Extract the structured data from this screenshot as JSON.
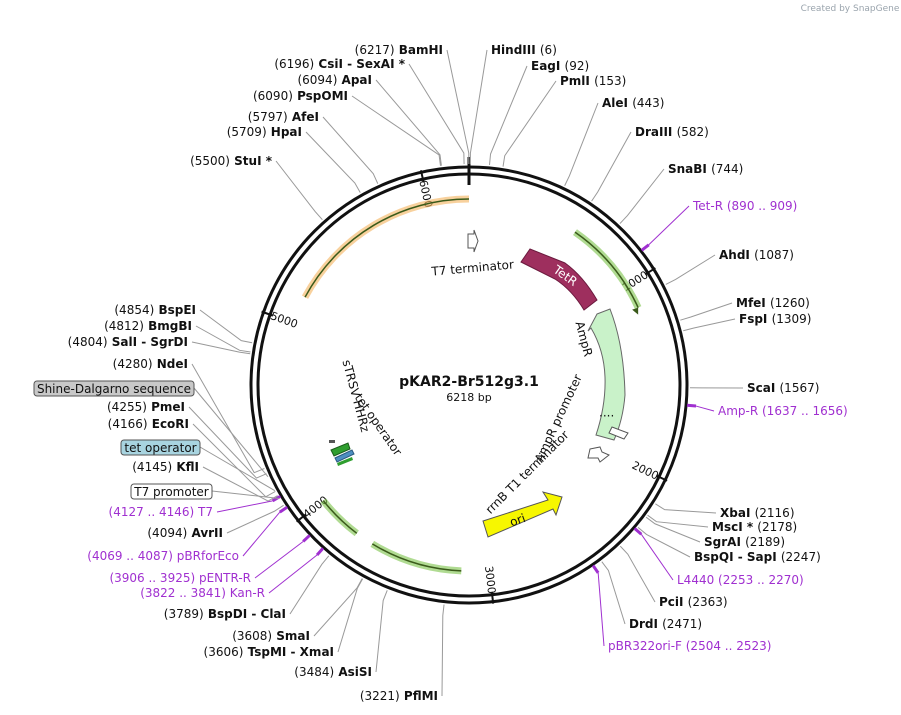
{
  "credit": "Created by SnapGene",
  "plasmid": {
    "name": "pKAR2-Br512g3.1",
    "size_text": "6218 bp",
    "length": 6218
  },
  "ticks": [
    "1000",
    "2000",
    "3000",
    "4000",
    "5000",
    "6000"
  ],
  "sites": [
    {
      "pos": 6217,
      "label": "(6217)  BamHI"
    },
    {
      "pos": 6196,
      "label": "(6196)  CsiI  - SexAI *"
    },
    {
      "pos": 6094,
      "label": "(6094)  ApaI"
    },
    {
      "pos": 6090,
      "label": "(6090)  PspOMI"
    },
    {
      "pos": 5797,
      "label": "(5797)  AfeI"
    },
    {
      "pos": 5709,
      "label": "(5709)  HpaI"
    },
    {
      "pos": 5500,
      "label": "(5500)  StuI *"
    },
    {
      "pos": 6,
      "label": "HindIII  (6)"
    },
    {
      "pos": 92,
      "label": "EagI  (92)"
    },
    {
      "pos": 153,
      "label": "PmlI  (153)"
    },
    {
      "pos": 443,
      "label": "AleI  (443)"
    },
    {
      "pos": 582,
      "label": "DraIII  (582)"
    },
    {
      "pos": 744,
      "label": "SnaBI  (744)"
    },
    {
      "pos": 1087,
      "label": "AhdI  (1087)"
    },
    {
      "pos": 1260,
      "label": "MfeI  (1260)"
    },
    {
      "pos": 1309,
      "label": "FspI  (1309)"
    },
    {
      "pos": 1567,
      "label": "ScaI  (1567)"
    },
    {
      "pos": 2116,
      "label": "XbaI  (2116)"
    },
    {
      "pos": 2178,
      "label": "MscI * (2178)"
    },
    {
      "pos": 2189,
      "label": "SgrAI  (2189)"
    },
    {
      "pos": 2247,
      "label": "BspQI  - SapI  (2247)"
    },
    {
      "pos": 2363,
      "label": "PciI  (2363)"
    },
    {
      "pos": 2471,
      "label": "DrdI  (2471)"
    },
    {
      "pos": 3221,
      "label": "(3221)  PflMI"
    },
    {
      "pos": 3484,
      "label": "(3484)  AsiSI"
    },
    {
      "pos": 3606,
      "label": "(3606)  TspMI  - XmaI"
    },
    {
      "pos": 3608,
      "label": "(3608)  SmaI"
    },
    {
      "pos": 3789,
      "label": "(3789)  BspDI  - ClaI"
    },
    {
      "pos": 4094,
      "label": "(4094)  AvrII"
    },
    {
      "pos": 4145,
      "label": "(4145)  KflI"
    },
    {
      "pos": 4166,
      "label": "(4166)  EcoRI"
    },
    {
      "pos": 4255,
      "label": "(4255)  PmeI"
    },
    {
      "pos": 4280,
      "label": "(4280)  NdeI"
    },
    {
      "pos": 4804,
      "label": "(4804)  SalI  - SgrDI"
    },
    {
      "pos": 4812,
      "label": "(4812)  BmgBI"
    },
    {
      "pos": 4854,
      "label": "(4854)  BspEI"
    }
  ],
  "primers": [
    {
      "pos": 899,
      "label": "Tet-R    (890 .. 909)"
    },
    {
      "pos": 1646,
      "label": "Amp-R    (1637 .. 1656)"
    },
    {
      "pos": 2261,
      "label": "L4440    (2253 .. 2270)"
    },
    {
      "pos": 2513,
      "label": "pBR322ori-F    (2504 .. 2523)"
    },
    {
      "pos": 3831,
      "label": "(3822 .. 3841)  Kan-R"
    },
    {
      "pos": 3915,
      "label": "(3906 .. 3925)  pENTR-R"
    },
    {
      "pos": 4078,
      "label": "(4069 .. 4087)  pBRforEco"
    },
    {
      "pos": 4136,
      "label": "(4127 .. 4146)  T7"
    }
  ],
  "boxed_features": [
    {
      "pos": 4240,
      "label": "Shine-Dalgarno sequence",
      "fill": "#c8c8c8"
    },
    {
      "pos": 4170,
      "label": "tet operator",
      "fill": "#a8d4e0"
    },
    {
      "pos": 4130,
      "label": "T7 promoter",
      "fill": "#ffffff"
    }
  ],
  "features": [
    {
      "label": "T7 terminator"
    },
    {
      "label": "TetR"
    },
    {
      "label": "AmpR"
    },
    {
      "label": "AmpR promoter"
    },
    {
      "label": "rrnB T1 terminator"
    },
    {
      "label": "ori"
    },
    {
      "label": "tet operator"
    },
    {
      "label": "sTRSV HHRz"
    }
  ],
  "colors": {
    "backbone": "#111111",
    "orf_orange": "#f3b25b",
    "orf_green": "#7cc34a",
    "tetr": "#9e2f5e",
    "ampr": "#c9f2c9",
    "ori": "#f7f700",
    "primer": "#a030d0",
    "green_feature": "#2f9e2f",
    "blue_feature": "#4e8fc0"
  }
}
